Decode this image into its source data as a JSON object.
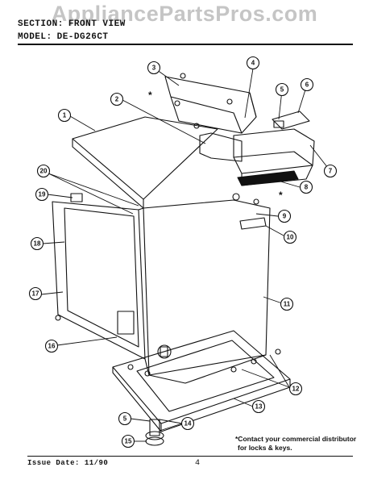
{
  "watermark": "AppliancePartsPros.com",
  "header": {
    "section_label": "SECTION:",
    "section_value": "FRONT VIEW",
    "model_label": "MODEL:",
    "model_value": "DE-DG26CT"
  },
  "callouts": [
    "1",
    "2",
    "3",
    "4",
    "5",
    "6",
    "7",
    "8",
    "9",
    "10",
    "11",
    "12",
    "13",
    "5",
    "14",
    "15",
    "16",
    "17",
    "18",
    "19",
    "20"
  ],
  "asterisk": "*",
  "note": {
    "line1": "*Contact your commercial distributor",
    "line2": "for locks & keys."
  },
  "footer": {
    "issue_label": "Issue Date:",
    "issue_date": "11/90",
    "page_number": "4"
  }
}
